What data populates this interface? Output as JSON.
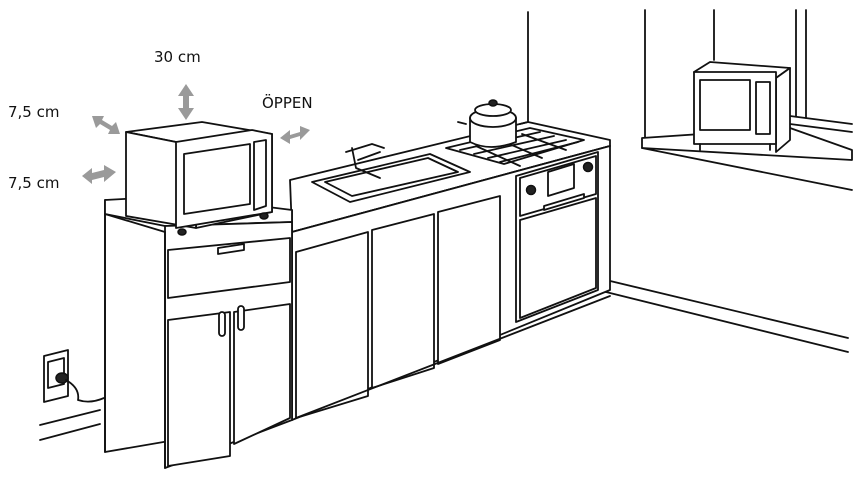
{
  "labels": {
    "clearance_top": "30 cm",
    "clearance_left_top": "7,5 cm",
    "clearance_left_bottom": "7,5 cm",
    "clearance_open": "ÖPPEN"
  },
  "colors": {
    "line": "#111111",
    "arrow": "#9a9a9a",
    "background": "#ffffff"
  }
}
